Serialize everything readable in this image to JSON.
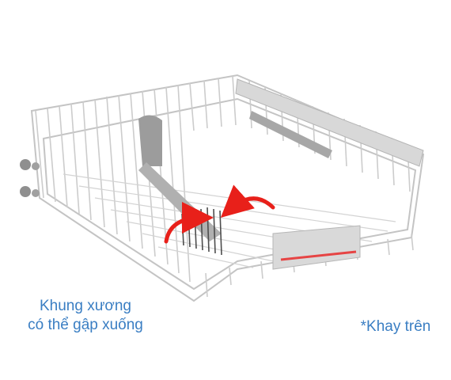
{
  "colors": {
    "caption_text": "#3a7ec3",
    "rack_wire": "#c9c9c9",
    "rack_wire_dark": "#a8a8a8",
    "arrow_red": "#e8201a",
    "handle_red": "#e64444"
  },
  "captions": {
    "left_line1": "Khung xương",
    "left_line2": "có thể gập xuống",
    "right": "*Khay trên"
  }
}
